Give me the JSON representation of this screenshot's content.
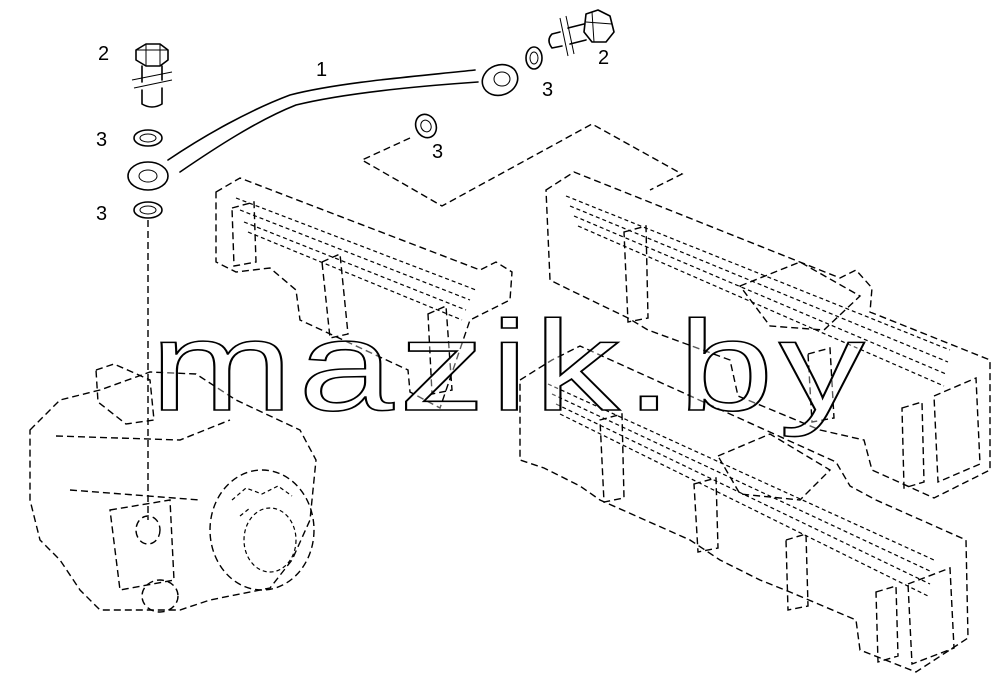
{
  "diagram": {
    "watermark": "mazik.by",
    "callouts": [
      {
        "id": "callout-1",
        "text": "1"
      },
      {
        "id": "callout-2-left",
        "text": "2"
      },
      {
        "id": "callout-2-right",
        "text": "2"
      },
      {
        "id": "callout-3-top-right",
        "text": "3"
      },
      {
        "id": "callout-3-mid",
        "text": "3"
      },
      {
        "id": "callout-3-left-upper",
        "text": "3"
      },
      {
        "id": "callout-3-left-lower",
        "text": "3"
      }
    ]
  }
}
